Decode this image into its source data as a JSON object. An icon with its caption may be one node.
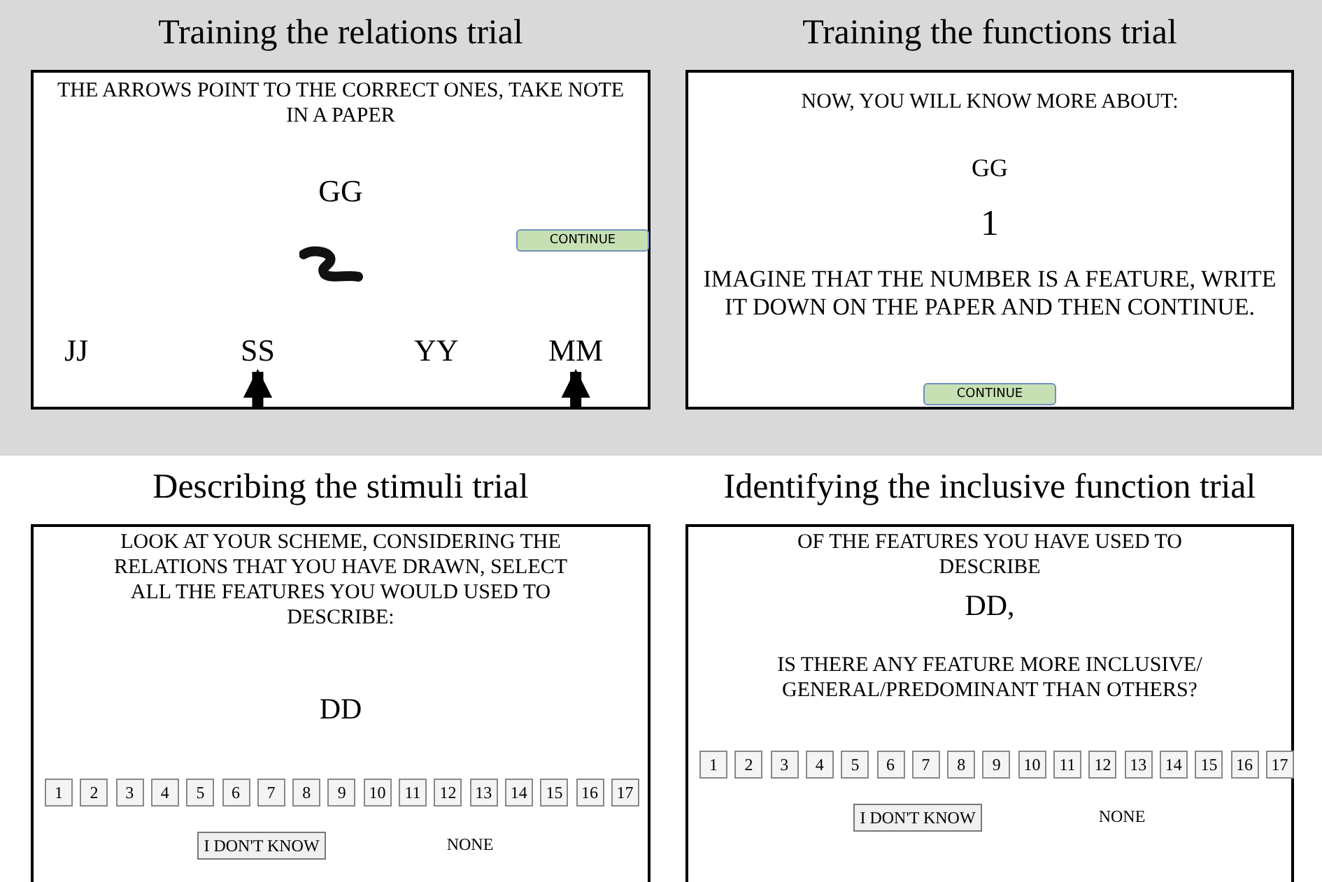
{
  "diagram": {
    "nodes": [
      {
        "text": [
          "Training the relations trial",
          "THE ARROWS POINT TO THE CORRECT ONES, TAKE NOTE IN A PAPER",
          "GG"
        ]
      },
      {
        "text": [
          "JJ"
        ],
        "in": 0
      },
      {
        "text": [
          "SS"
        ],
        "in": 0
      },
      {
        "text": [
          "YY"
        ],
        "in": 0
      },
      {
        "text": [
          "MM"
        ],
        "in": 0
      },
      {
        "text": [
          "CONTINUE"
        ],
        "in": 0
      },
      {
        "text": [
          "Training the functions trial",
          "NOW, YOU WILL KNOW MORE ABOUT:",
          "GG",
          "1",
          "IMAGINE THAT THE NUMBER IS A FEATURE, WRITE IT DOWN ON THE PAPER AND THEN CONTINUE."
        ]
      },
      {
        "text": [
          "CONTINUE"
        ],
        "in": 6
      },
      {
        "text": [
          "Describing the stimuli trial",
          "LOOK AT YOUR SCHEME, CONSIDERING THE RELATIONS THAT YOU HAVE DRAWN, SELECT ALL THE FEATURES YOU WOULD USED TO DESCRIBE:",
          "DD"
        ]
      },
      {
        "text": [
          "1"
        ],
        "in": 8
      },
      {
        "text": [
          "2"
        ],
        "in": 8
      },
      {
        "text": [
          "3"
        ],
        "in": 8
      },
      {
        "text": [
          "4"
        ],
        "in": 8
      },
      {
        "text": [
          "5"
        ],
        "in": 8
      },
      {
        "text": [
          "6"
        ],
        "in": 8
      },
      {
        "text": [
          "7"
        ],
        "in": 8
      },
      {
        "text": [
          "8"
        ],
        "in": 8
      },
      {
        "text": [
          "9"
        ],
        "in": 8
      },
      {
        "text": [
          "10"
        ],
        "in": 8
      },
      {
        "text": [
          "11"
        ],
        "in": 8
      },
      {
        "text": [
          "12"
        ],
        "in": 8
      },
      {
        "text": [
          "13"
        ],
        "in": 8
      },
      {
        "text": [
          "14"
        ],
        "in": 8
      },
      {
        "text": [
          "15"
        ],
        "in": 8
      },
      {
        "text": [
          "16"
        ],
        "in": 8
      },
      {
        "text": [
          "17"
        ],
        "in": 8
      },
      {
        "text": [
          "I DON'T KNOW"
        ],
        "in": 8
      },
      {
        "text": [
          "NONE"
        ],
        "in": 8
      },
      {
        "text": [
          "Identifying the inclusive function trial",
          "OF THE FEATURES YOU HAVE USED TO DESCRIBE",
          "DD,",
          "IS THERE ANY FEATURE MORE INCLUSIVE/ GENERAL/PREDOMINANT THAN OTHERS?"
        ]
      },
      {
        "text": [
          "1"
        ],
        "in": 28
      },
      {
        "text": [
          "2"
        ],
        "in": 28
      },
      {
        "text": [
          "3"
        ],
        "in": 28
      },
      {
        "text": [
          "4"
        ],
        "in": 28
      },
      {
        "text": [
          "5"
        ],
        "in": 28
      },
      {
        "text": [
          "6"
        ],
        "in": 28
      },
      {
        "text": [
          "7"
        ],
        "in": 28
      },
      {
        "text": [
          "8"
        ],
        "in": 28
      },
      {
        "text": [
          "9"
        ],
        "in": 28
      },
      {
        "text": [
          "10"
        ],
        "in": 28
      },
      {
        "text": [
          "11"
        ],
        "in": 28
      },
      {
        "text": [
          "12"
        ],
        "in": 28
      },
      {
        "text": [
          "13"
        ],
        "in": 28
      },
      {
        "text": [
          "14"
        ],
        "in": 28
      },
      {
        "text": [
          "15"
        ],
        "in": 28
      },
      {
        "text": [
          "16"
        ],
        "in": 28
      },
      {
        "text": [
          "17"
        ],
        "in": 28
      },
      {
        "text": [
          "I DON'T KNOW"
        ],
        "in": 28
      },
      {
        "text": [
          "NONE"
        ],
        "in": 28
      }
    ],
    "edges": [
      {
        "from": null,
        "to": 2,
        "arrow": "to"
      },
      {
        "from": null,
        "to": 4,
        "arrow": "to"
      }
    ]
  }
}
